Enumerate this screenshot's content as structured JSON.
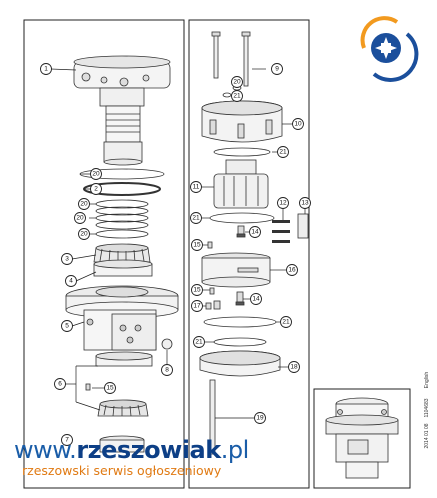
{
  "callouts": {
    "c1": "1",
    "c2": "2",
    "c3": "3",
    "c4": "4",
    "c5": "5",
    "c6": "6",
    "c7": "7",
    "c8": "8",
    "c9": "9",
    "c10": "10",
    "c11": "11",
    "c12": "12",
    "c13": "13",
    "c14a": "14",
    "c14b": "14",
    "c15a": "15",
    "c15b": "15",
    "c15c": "15",
    "c16": "16",
    "c17": "17",
    "c18": "18",
    "c19": "19",
    "c20a": "20",
    "c20b": "20",
    "c20c": "20",
    "c20d": "20",
    "c20e": "20",
    "c21a": "21",
    "c21b": "21",
    "c21c": "21",
    "c21d": "21",
    "c21e": "21"
  },
  "side_text": {
    "date": "2014 01 08",
    "doc_no": "1104683",
    "lang": "English"
  },
  "watermark": {
    "url_prefix": "www.",
    "url_brand": "rzeszowiak",
    "url_suffix": ".pl",
    "tagline": "rzeszowski serwis ogłoszeniowy"
  },
  "colors": {
    "watermark_blue": "#1a5da8",
    "watermark_orange": "#e07a13",
    "logo_blue": "#1b4f9c",
    "logo_orange": "#f29a1f"
  },
  "icons": {
    "logo": "emblem-cross-logo-icon"
  }
}
